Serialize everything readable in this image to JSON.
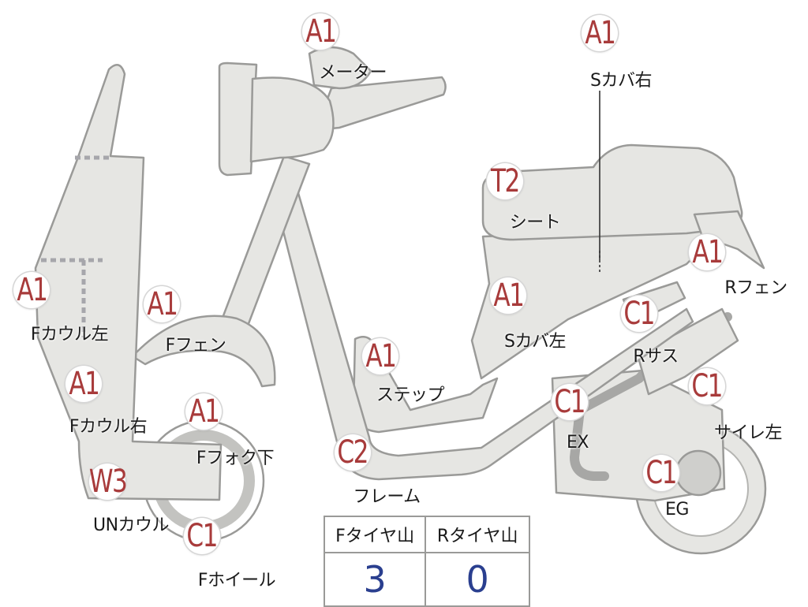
{
  "colors": {
    "part_fill": "#e6e6e3",
    "part_stroke": "#9a9a98",
    "code_red": "#a83b3b",
    "value_blue": "#2a3f8f"
  },
  "callouts": [
    {
      "id": "meter",
      "code": "A1",
      "label": "メーター"
    },
    {
      "id": "s-cover-right",
      "code": "A1",
      "label": "Sカバ右"
    },
    {
      "id": "seat",
      "code": "T2",
      "label": "シート"
    },
    {
      "id": "r-fender",
      "code": "A1",
      "label": "Rフェン"
    },
    {
      "id": "f-cowl-left",
      "code": "A1",
      "label": "Fカウル左"
    },
    {
      "id": "f-fender",
      "code": "A1",
      "label": "Fフェン"
    },
    {
      "id": "s-cover-left",
      "code": "A1",
      "label": "Sカバ左"
    },
    {
      "id": "r-suspension",
      "code": "C1",
      "label": "Rサス"
    },
    {
      "id": "step",
      "code": "A1",
      "label": "ステップ"
    },
    {
      "id": "f-cowl-right",
      "code": "A1",
      "label": "Fカウル右"
    },
    {
      "id": "f-fork-lower",
      "code": "A1",
      "label": "Fフォク下"
    },
    {
      "id": "muffler-left",
      "code": "C1",
      "label": "サイレ左"
    },
    {
      "id": "exhaust",
      "code": "C1",
      "label": "EX"
    },
    {
      "id": "frame",
      "code": "C2",
      "label": "フレーム"
    },
    {
      "id": "under-cowl",
      "code": "W3",
      "label": "UNカウル"
    },
    {
      "id": "engine",
      "code": "C1",
      "label": "EG"
    },
    {
      "id": "f-wheel",
      "code": "C1",
      "label": "Fホイール"
    }
  ],
  "tread_table": {
    "headers": [
      "Fタイヤ山",
      "Rタイヤ山"
    ],
    "values": [
      "3",
      "0"
    ]
  }
}
